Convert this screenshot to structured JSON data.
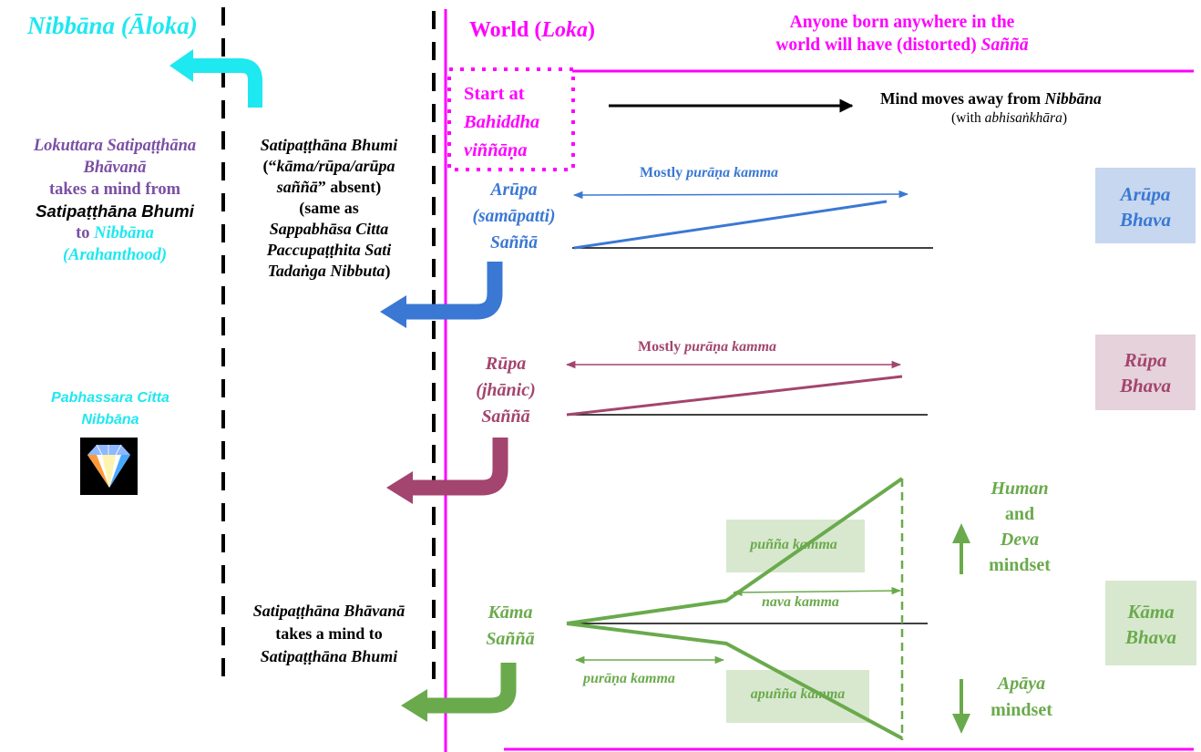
{
  "colors": {
    "cyan": "#1ee8f0",
    "magenta": "#ff00ff",
    "purple": "#7a4fa3",
    "blue": "#3a78d4",
    "rupa": "#a3456e",
    "green": "#6aaa4c",
    "black": "#000000",
    "blue_box": "#c6d7ef",
    "rupa_box": "#e6d2db",
    "green_box": "#d8e8cf"
  },
  "icons": {
    "diamond": "diamond-icon"
  },
  "left": {
    "nibbana_aloka": {
      "word": "Nibbāna",
      "paren": "(Āloka)"
    },
    "lokuttara": {
      "l1": "Lokuttara Satipaṭṭhāna",
      "l2": "Bhāvanā",
      "l3": "takes a mind from",
      "l4": "Satipaṭṭhāna Bhumi",
      "l5a": "to",
      "l5b": "Nibbāna",
      "l6": "(Arahanthood)"
    },
    "pabhassara": {
      "l1": "Pabhassara Citta",
      "l2": "Nibbāna"
    }
  },
  "bhumi": {
    "l1": "Satipaṭṭhāna Bhumi",
    "l2a": "(“",
    "l2b": "kāma/rūpa/arūpa",
    "l3a": "saññā",
    "l3b": "” absent)",
    "l4": "(same as",
    "l5": "Sappabhāsa Citta",
    "l6": "Paccupaṭṭhita Sati",
    "l7": "Tadaṅga Nibbuta",
    "l7b": ")"
  },
  "bhavana": {
    "l1": "Satipaṭṭhāna Bhāvanā",
    "l2": "takes a mind to",
    "l3": "Satipaṭṭhāna Bhumi"
  },
  "world": {
    "word": "World",
    "paren_open": "(",
    "loka": "Loka",
    "paren_close": ")",
    "anyone_l1": "Anyone born anywhere in the",
    "anyone_l2": "world will have (distorted)",
    "anyone_sanna": "Saññā"
  },
  "start": {
    "l1": "Start at",
    "l2": "Bahiddha",
    "l3": "viññāṇa"
  },
  "mind_moves": {
    "l1": "Mind moves away from",
    "l1_it": "Nibbāna",
    "l2a": "(with",
    "l2b": "abhisaṅkhāra",
    "l2c": ")"
  },
  "arupa": {
    "l1": "Arūpa",
    "l2": "(samāpatti)",
    "l3": "Saññā",
    "arrow_a": "Mostly",
    "arrow_b": "purāṇa kamma",
    "bhava_l1": "Arūpa",
    "bhava_l2": "Bhava"
  },
  "rupa": {
    "l1": "Rūpa",
    "l2": "(jhānic)",
    "l3": "Saññā",
    "arrow_a": "Mostly",
    "arrow_b": "purāṇa kamma",
    "bhava_l1": "Rūpa",
    "bhava_l2": "Bhava"
  },
  "kama": {
    "l1": "Kāma",
    "l2": "Saññā",
    "punna": "puñña kamma",
    "nava": "nava kamma",
    "purana": "purāṇa kamma",
    "apunna": "apuñña kamma",
    "human_l1": "Human",
    "human_l2": "and",
    "human_l3": "Deva",
    "human_l4": "mindset",
    "apaya_l1": "Apāya",
    "apaya_l2": "mindset",
    "bhava_l1": "Kāma",
    "bhava_l2": "Bhava"
  }
}
